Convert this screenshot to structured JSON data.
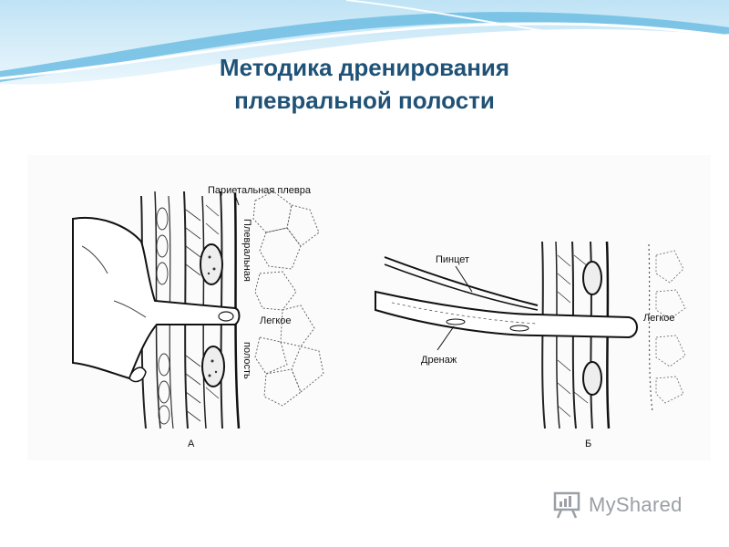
{
  "slide": {
    "title_line1": "Методика дренирования",
    "title_line2": "плевральной полости"
  },
  "figure": {
    "panel_a": {
      "label_parietal": "Париетальная плевра",
      "label_cavity_1": "Плевральная",
      "label_cavity_2": "полость",
      "label_lung": "Легкое",
      "caption": "А"
    },
    "panel_b": {
      "label_forceps": "Пинцет",
      "label_drain": "Дренаж",
      "label_lung": "Легкое",
      "caption": "Б"
    }
  },
  "watermark": {
    "text": "MyShared",
    "icon": "presentation-board-icon"
  },
  "colors": {
    "title": "#1f5276",
    "banner_light": "#dff1fb",
    "banner_mid": "#9ed3ee",
    "banner_dark": "#5db3dd"
  }
}
